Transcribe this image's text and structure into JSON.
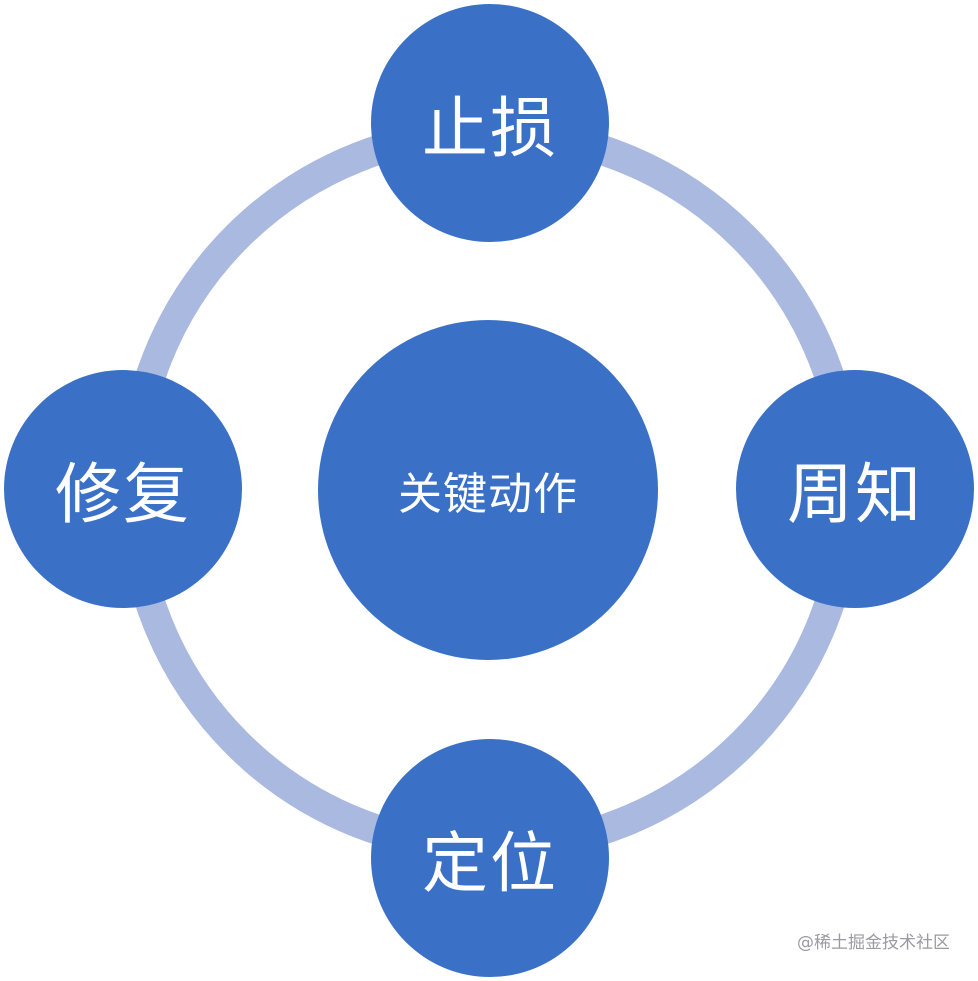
{
  "diagram": {
    "center_label": "关键动作",
    "nodes": {
      "top": "止损",
      "right": "周知",
      "bottom": "定位",
      "left": "修复"
    }
  },
  "colors": {
    "node_fill": "#3a71c7",
    "ring": "#aab9e0",
    "text": "#ffffff"
  },
  "watermark": "@稀土掘金技术社区"
}
